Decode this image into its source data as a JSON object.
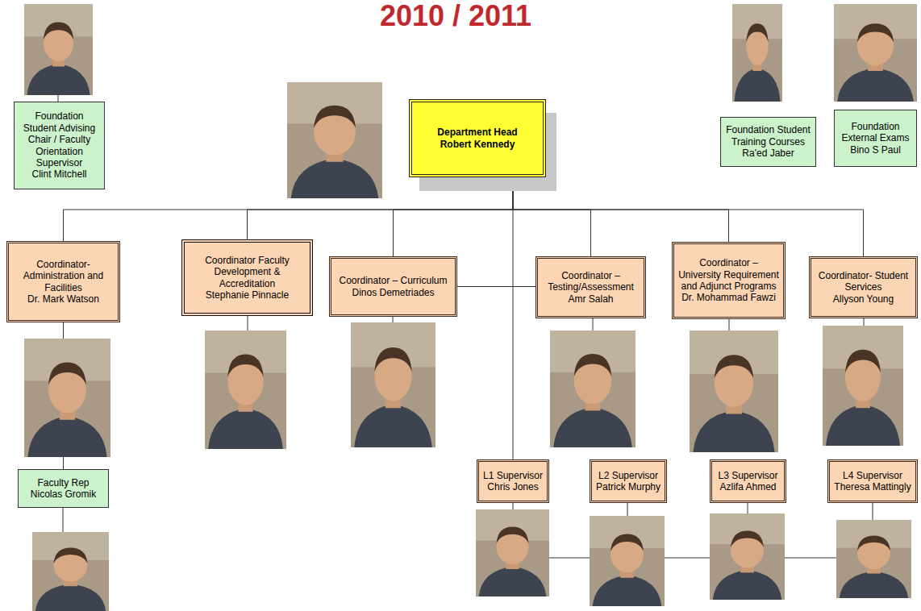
{
  "diagram": {
    "title": "2010 / 2011",
    "nodes": [
      {
        "text": [
          "Foundation Student Advising Chair / Faculty Orientation Supervisor",
          "Clint Mitchell"
        ]
      },
      {
        "text": [
          "Department Head",
          "Robert Kennedy"
        ]
      },
      {
        "text": [
          "Foundation Student Training Courses",
          "Ra'ed Jaber"
        ]
      },
      {
        "text": [
          "Foundation External Exams",
          "Bino S Paul"
        ]
      },
      {
        "text": [
          "Coordinator- Administration and Facilities",
          "Dr. Mark Watson"
        ]
      },
      {
        "text": [
          "Coordinator Faculty Development & Accreditation",
          "Stephanie Pinnacle"
        ]
      },
      {
        "text": [
          "Coordinator – Curriculum",
          "Dinos Demetriades"
        ]
      },
      {
        "text": [
          "Coordinator – Testing/Assessment",
          "Amr Salah"
        ]
      },
      {
        "text": [
          "Coordinator – University Requirement and Adjunct Programs",
          "Dr. Mohammad Fawzi"
        ]
      },
      {
        "text": [
          "Coordinator- Student Services",
          "Allyson Young"
        ]
      },
      {
        "text": [
          "Faculty Rep",
          "Nicolas Gromik"
        ]
      },
      {
        "text": [
          "L1 Supervisor",
          "Chris Jones"
        ]
      },
      {
        "text": [
          "L2 Supervisor",
          "Patrick Murphy"
        ]
      },
      {
        "text": [
          "L3 Supervisor",
          "Azlifa Ahmed"
        ]
      },
      {
        "text": [
          "L4 Supervisor",
          "Theresa Mattingly"
        ]
      }
    ],
    "edges": [
      {
        "from": 1,
        "to": 4,
        "arrow": "none"
      },
      {
        "from": 1,
        "to": 5,
        "arrow": "none"
      },
      {
        "from": 1,
        "to": 6,
        "arrow": "none"
      },
      {
        "from": 1,
        "to": 7,
        "arrow": "none"
      },
      {
        "from": 1,
        "to": 8,
        "arrow": "none"
      },
      {
        "from": 1,
        "to": 9,
        "arrow": "none"
      },
      {
        "from": 1,
        "to": 11,
        "arrow": "none"
      },
      {
        "from": 6,
        "to": 7,
        "arrow": "none"
      },
      {
        "from": 4,
        "to": 10,
        "arrow": "none"
      }
    ]
  }
}
